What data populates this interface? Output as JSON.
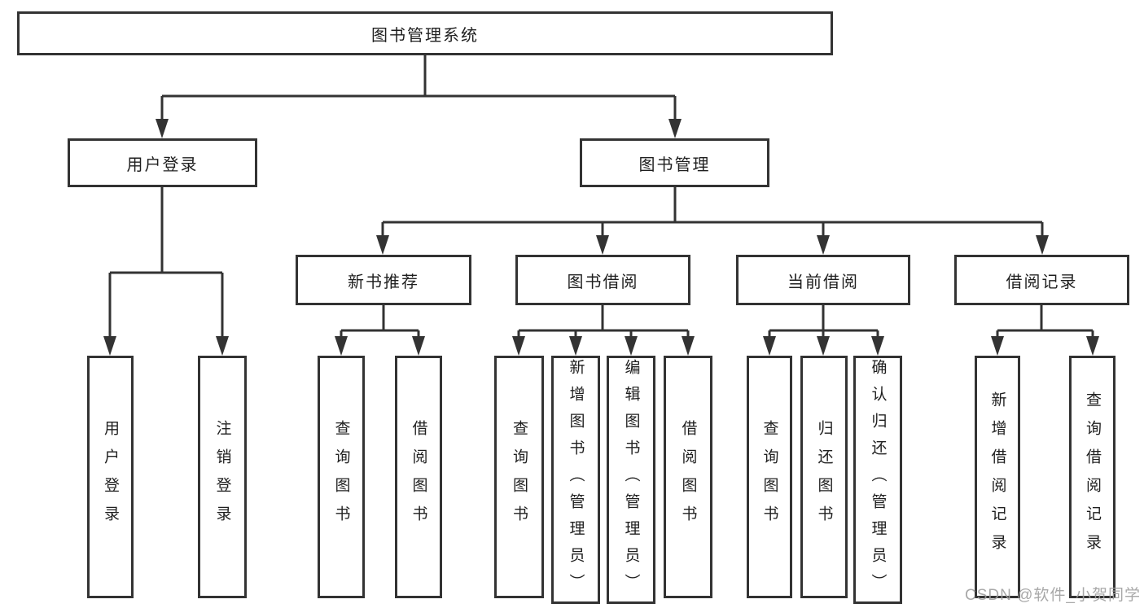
{
  "diagram": {
    "title": "图书管理系统",
    "root": {
      "label": "图书管理系统"
    },
    "level2": [
      {
        "label": "用户登录"
      },
      {
        "label": "图书管理"
      }
    ],
    "level3": [
      {
        "label": "新书推荐"
      },
      {
        "label": "图书借阅"
      },
      {
        "label": "当前借阅"
      },
      {
        "label": "借阅记录"
      }
    ],
    "leaves": {
      "user_login": [
        "用户登录",
        "注销登录"
      ],
      "new_book": [
        "查询图书",
        "借阅图书"
      ],
      "book_borrow": [
        "查询图书",
        "新增图书（管理员）",
        "编辑图书（管理员）",
        "借阅图书"
      ],
      "current_borrow": [
        "查询图书",
        "归还图书",
        "确认归还（管理员）"
      ],
      "borrow_record": [
        "新增借阅记录",
        "查询借阅记录"
      ]
    }
  },
  "watermark": {
    "text": "CSDN @软件_小贺同学"
  },
  "colors": {
    "line": "#333333",
    "text": "#1f1f1f",
    "background": "#ffffff",
    "watermark": "#9e9e9e"
  }
}
